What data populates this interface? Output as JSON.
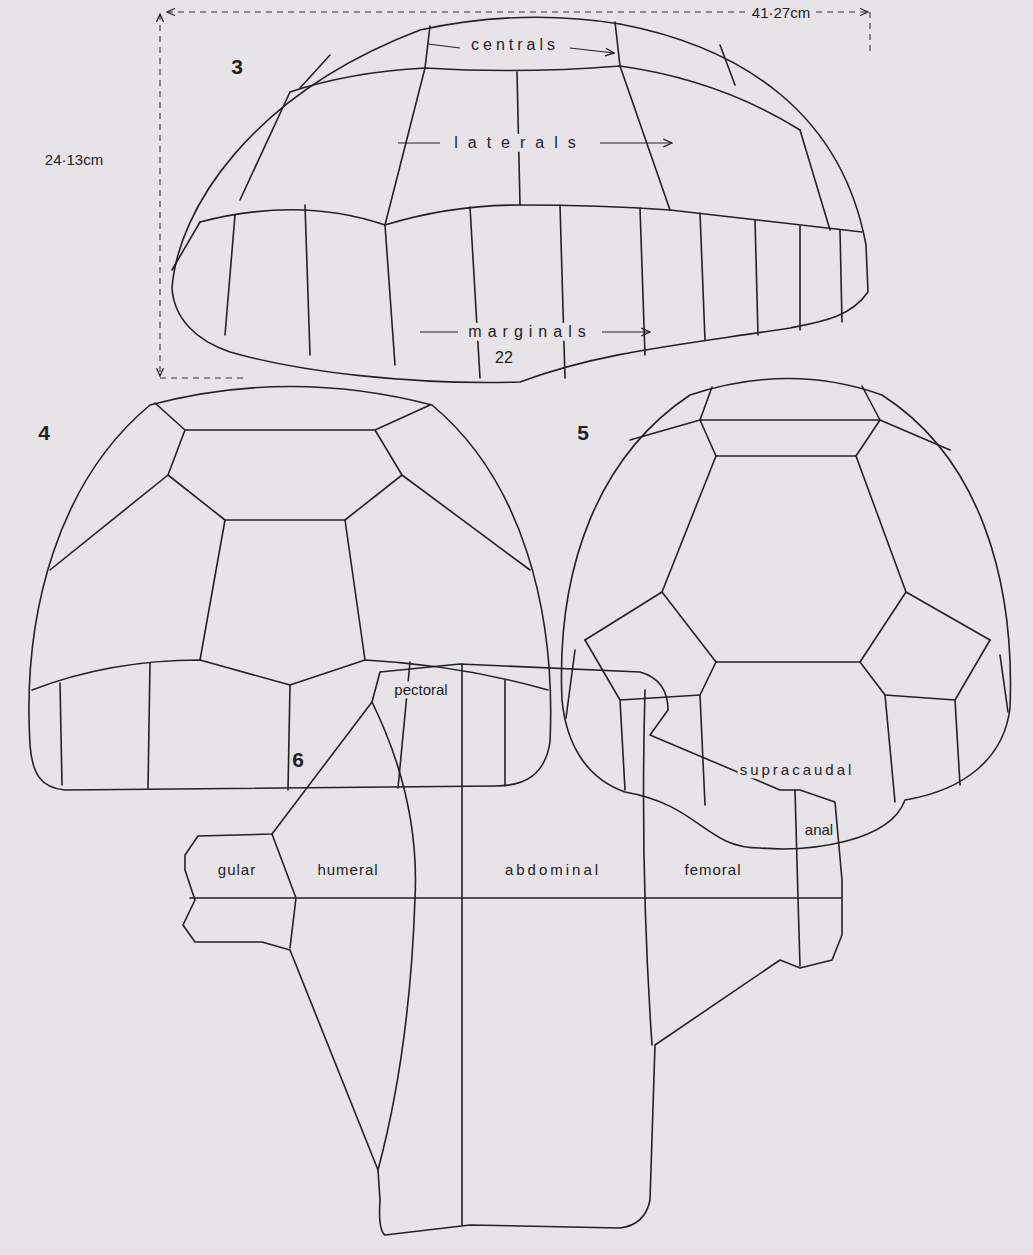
{
  "diagram": {
    "labels": [
      "3",
      "41·27cm",
      "24·13cm",
      "centrals",
      "laterals",
      "marginals",
      "22",
      "4",
      "5",
      "supracaudal",
      "6",
      "pectoral",
      "gular",
      "humeral",
      "abdominal",
      "femoral",
      "anal"
    ]
  }
}
